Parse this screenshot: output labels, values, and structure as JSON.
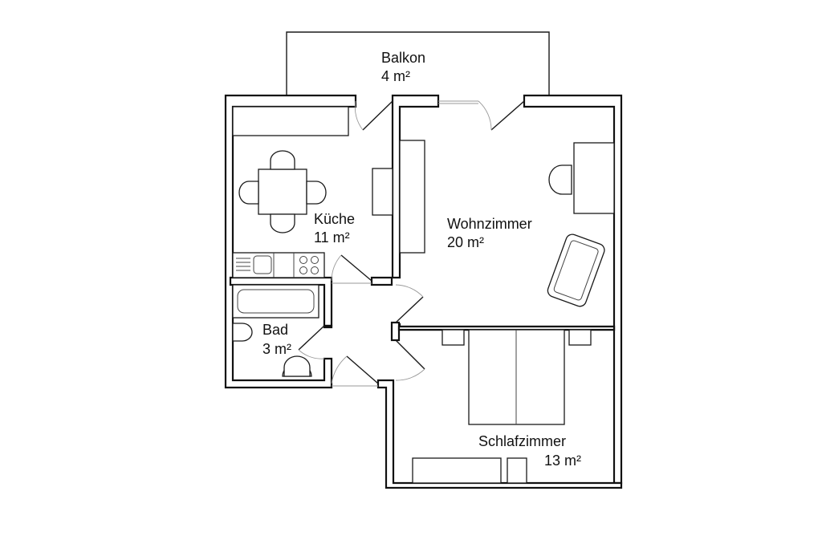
{
  "rooms": {
    "balcony": {
      "name": "Balkon",
      "area": "4 m²"
    },
    "kitchen": {
      "name": "Küche",
      "area": "11 m²"
    },
    "living": {
      "name": "Wohnzimmer",
      "area": "20 m²"
    },
    "bath": {
      "name": "Bad",
      "area": "3 m²"
    },
    "bedroom": {
      "name": "Schlafzimmer",
      "area": "13 m²"
    }
  }
}
